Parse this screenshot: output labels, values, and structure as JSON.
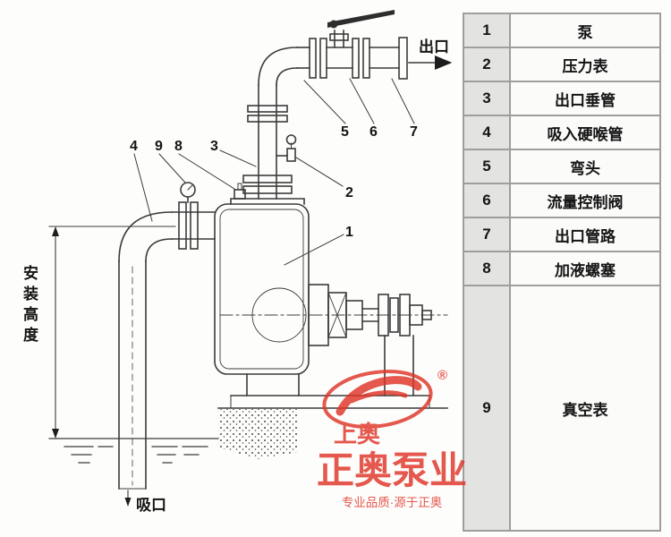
{
  "legend": {
    "rows": [
      {
        "num": "1",
        "name": "泵"
      },
      {
        "num": "2",
        "name": "压力表"
      },
      {
        "num": "3",
        "name": "出口垂管"
      },
      {
        "num": "4",
        "name": "吸入硬喉管"
      },
      {
        "num": "5",
        "name": "弯头"
      },
      {
        "num": "6",
        "name": "流量控制阀"
      },
      {
        "num": "7",
        "name": "出口管路"
      },
      {
        "num": "8",
        "name": "加液螺塞"
      },
      {
        "num": "9",
        "name": "真空表"
      }
    ]
  },
  "diagram": {
    "outlet_label": "出口",
    "inlet_label": "吸口",
    "install_height_label": "安装高度",
    "callouts": {
      "c1": "1",
      "c2": "2",
      "c3": "3",
      "c4": "4",
      "c5": "5",
      "c6": "6",
      "c7": "7",
      "c8": "8",
      "c9": "9"
    }
  },
  "watermark": {
    "brand_top": "上奥",
    "brand_main": "正奥泵业",
    "slogan": "专业品质·源于正奥",
    "registered": "®",
    "color": "#df3527"
  },
  "colors": {
    "line": "#3b3b3b",
    "table_border": "#9e9e9e",
    "num_cell_bg": "#e3e3e2"
  }
}
